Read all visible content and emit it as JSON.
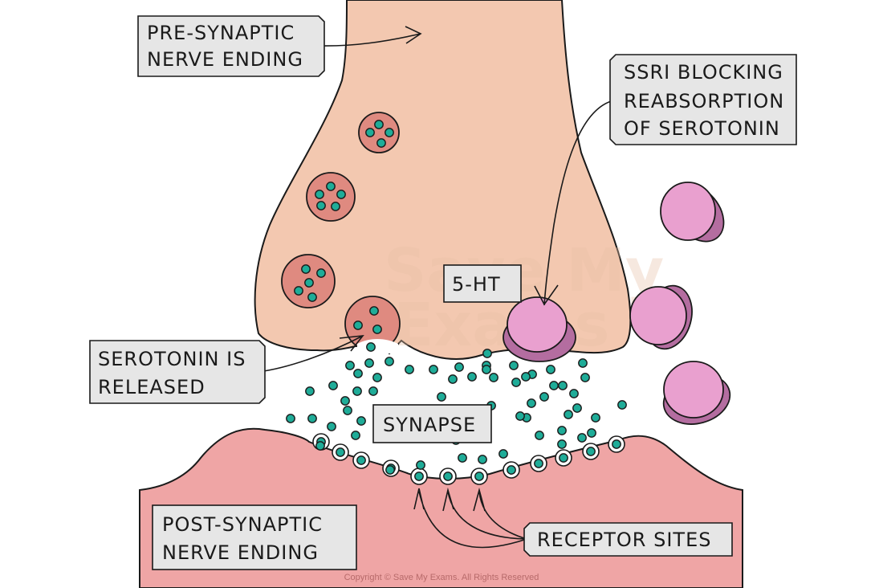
{
  "diagram": {
    "title": "SSRI action at a serotonergic synapse",
    "labels": {
      "pre_synaptic": [
        "PRE-SYNAPTIC",
        "NERVE ENDING"
      ],
      "ssri": [
        "SSRI BLOCKING",
        "REABSORPTION",
        "OF SEROTONIN"
      ],
      "neurotransmitter": "5-HT",
      "serotonin_released": [
        "SEROTONIN IS",
        "RELEASED"
      ],
      "synapse": "SYNAPSE",
      "post_synaptic": [
        "POST-SYNAPTIC",
        "NERVE ENDING"
      ],
      "receptor_sites": "RECEPTOR SITES"
    },
    "watermark": [
      "Save My",
      "Exams"
    ],
    "copyright": "Copyright © Save My Exams. All Rights Reserved",
    "colors": {
      "pre_synaptic_fill": "#f3c8b0",
      "post_synaptic_fill": "#efa5a5",
      "vesicle_fill": "#df8a80",
      "serotonin_fill": "#1fac98",
      "ssri_front": "#e9a0cf",
      "ssri_back": "#b46da0",
      "label_fill": "#e6e6e6",
      "outline": "#1a1a1a"
    },
    "vesicles": [
      {
        "name": "vesicle-1",
        "molecules": 4
      },
      {
        "name": "vesicle-2",
        "molecules": 5
      },
      {
        "name": "vesicle-3",
        "molecules": 5
      },
      {
        "name": "vesicle-4-releasing",
        "molecules": 3
      }
    ],
    "ssri_molecules": {
      "bound": 1,
      "free": 3
    },
    "receptor_arrow_count": 3
  }
}
